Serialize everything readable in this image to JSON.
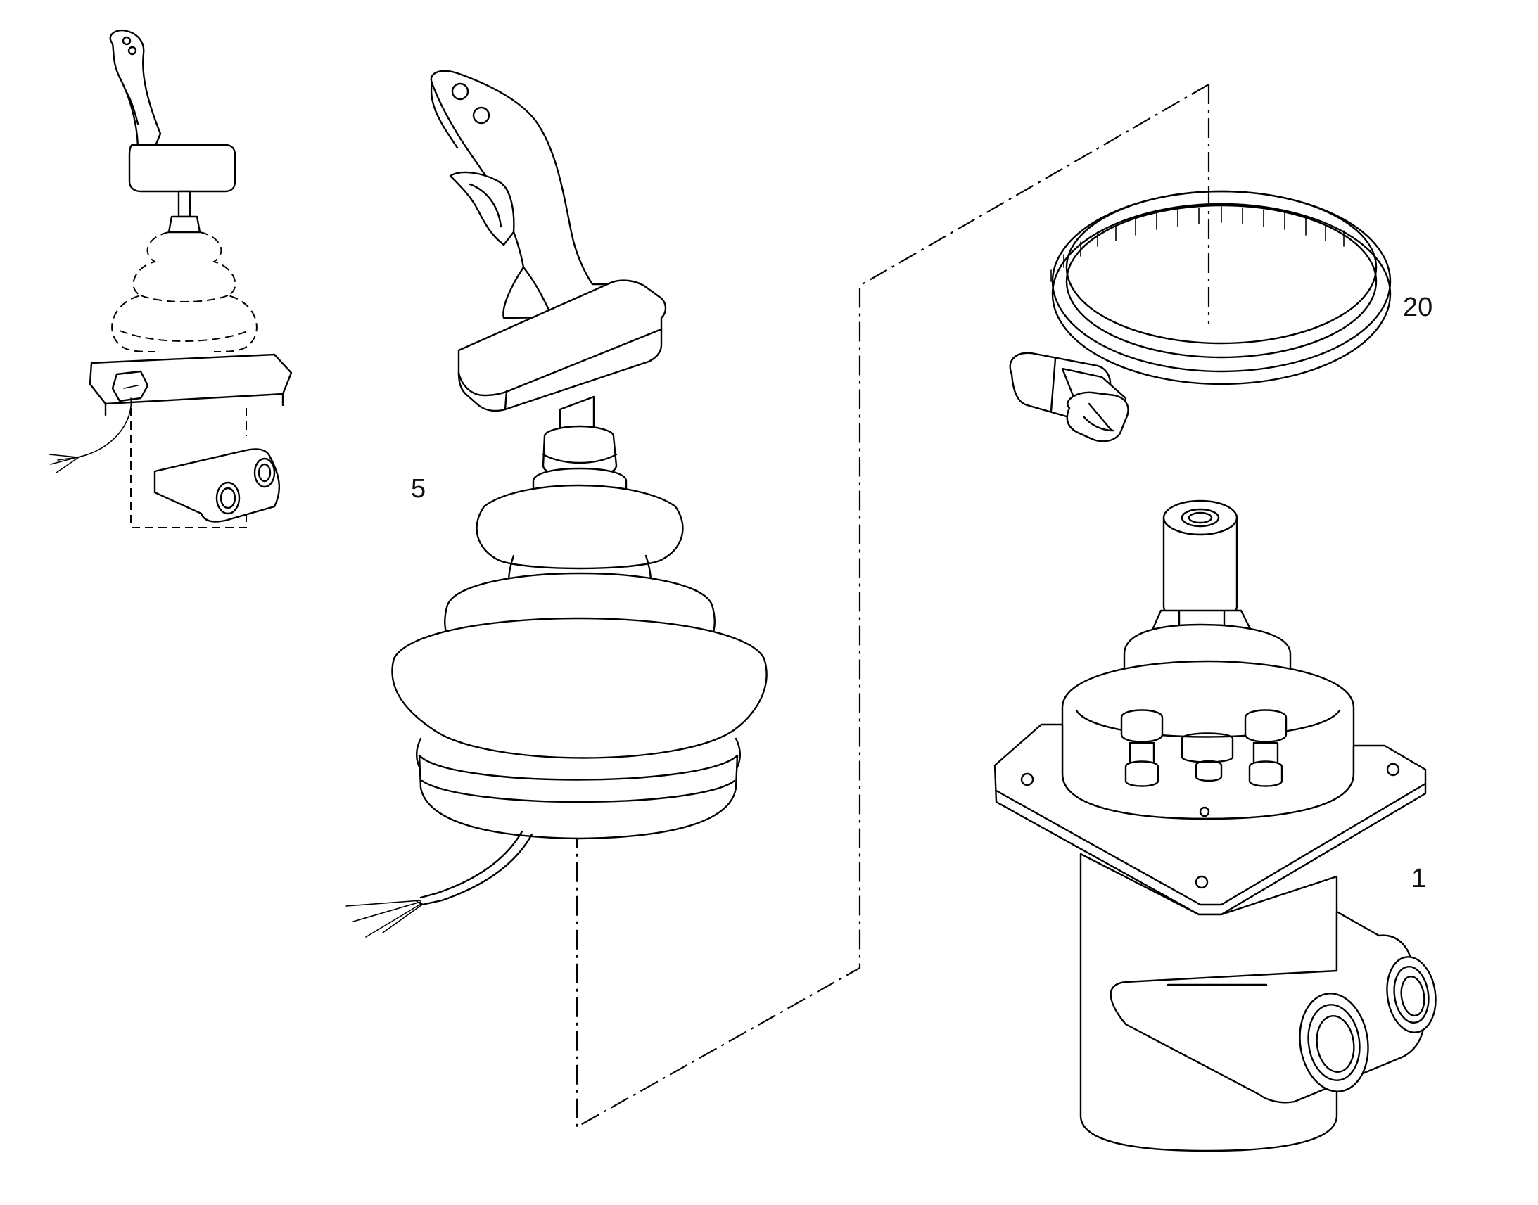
{
  "callouts": {
    "joystick_assembly": "5",
    "hose_clamp": "20",
    "valve_body": "1"
  },
  "colors": {
    "line": "#000000",
    "background": "#ffffff"
  }
}
